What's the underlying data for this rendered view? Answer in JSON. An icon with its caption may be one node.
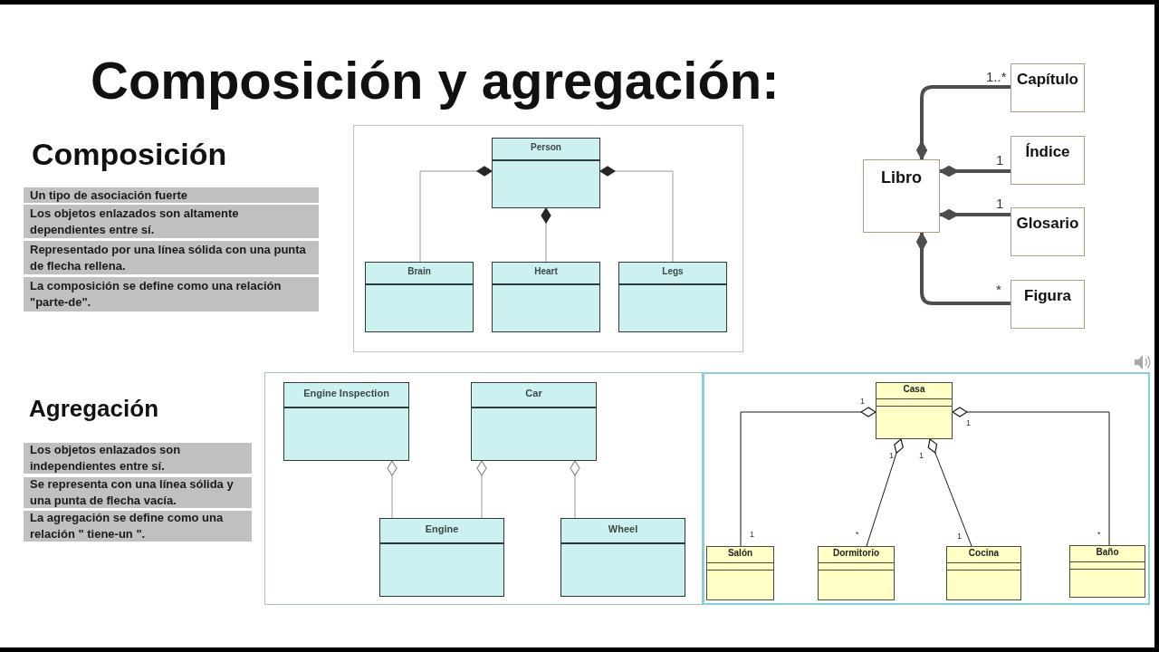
{
  "diagram": {
    "title": "Composición y agregación:",
    "nodes": [
      {
        "text": [
          "Person"
        ]
      },
      {
        "text": [
          "Brain"
        ]
      },
      {
        "text": [
          "Heart"
        ]
      },
      {
        "text": [
          "Legs"
        ]
      },
      {
        "text": [
          "Libro"
        ]
      },
      {
        "text": [
          "Capítulo"
        ]
      },
      {
        "text": [
          "Índice"
        ]
      },
      {
        "text": [
          "Glosario"
        ]
      },
      {
        "text": [
          "Figura"
        ]
      },
      {
        "text": [
          "Engine Inspection"
        ]
      },
      {
        "text": [
          "Car"
        ]
      },
      {
        "text": [
          "Engine"
        ]
      },
      {
        "text": [
          "Wheel"
        ]
      },
      {
        "text": [
          "Casa"
        ]
      },
      {
        "text": [
          "Salón"
        ]
      },
      {
        "text": [
          "Dormitorio"
        ]
      },
      {
        "text": [
          "Cocina"
        ]
      },
      {
        "text": [
          "Baño"
        ]
      }
    ],
    "edges": [
      {
        "from": 0,
        "to": 1,
        "arrow": "other"
      },
      {
        "from": 0,
        "to": 2,
        "arrow": "other"
      },
      {
        "from": 0,
        "to": 3,
        "arrow": "other"
      },
      {
        "from": 4,
        "to": 5,
        "arrow": "other",
        "label": "1..*",
        "style": "thick",
        "color": "#4d4d4d"
      },
      {
        "from": 4,
        "to": 6,
        "arrow": "other",
        "label": "1",
        "style": "thick",
        "color": "#4d4d4d"
      },
      {
        "from": 4,
        "to": 7,
        "arrow": "other",
        "label": "1",
        "style": "thick",
        "color": "#4d4d4d"
      },
      {
        "from": 4,
        "to": 8,
        "arrow": "other",
        "label": "*",
        "style": "thick",
        "color": "#4d4d4d"
      },
      {
        "from": 9,
        "to": 11,
        "arrow": "other"
      },
      {
        "from": 10,
        "to": 11,
        "arrow": "other"
      },
      {
        "from": 10,
        "to": 12,
        "arrow": "other"
      },
      {
        "from": 13,
        "to": 14,
        "arrow": "other",
        "label": "1",
        "color": "#1a1a1a"
      },
      {
        "from": 13,
        "to": 15,
        "arrow": "other",
        "label": "*",
        "color": "#1a1a1a"
      },
      {
        "from": 13,
        "to": 16,
        "arrow": "other",
        "label": "1",
        "color": "#1a1a1a"
      },
      {
        "from": 13,
        "to": 17,
        "arrow": "other",
        "label": "*",
        "color": "#1a1a1a"
      }
    ],
    "labels": [
      "Composición",
      "Un tipo de asociación fuerte",
      "Los objetos enlazados son altamente dependientes entre sí.",
      "Representado por una línea sólida con una punta de flecha rellena.",
      "La composición se define como una relación \"parte-de\".",
      "Agregación",
      "Los objetos enlazados son independientes entre sí.",
      "Se representa con una línea sólida y una punta de flecha vacía.",
      "La agregación se define como una relación \" tiene-un \".",
      "1",
      "1",
      "1",
      "1"
    ]
  }
}
